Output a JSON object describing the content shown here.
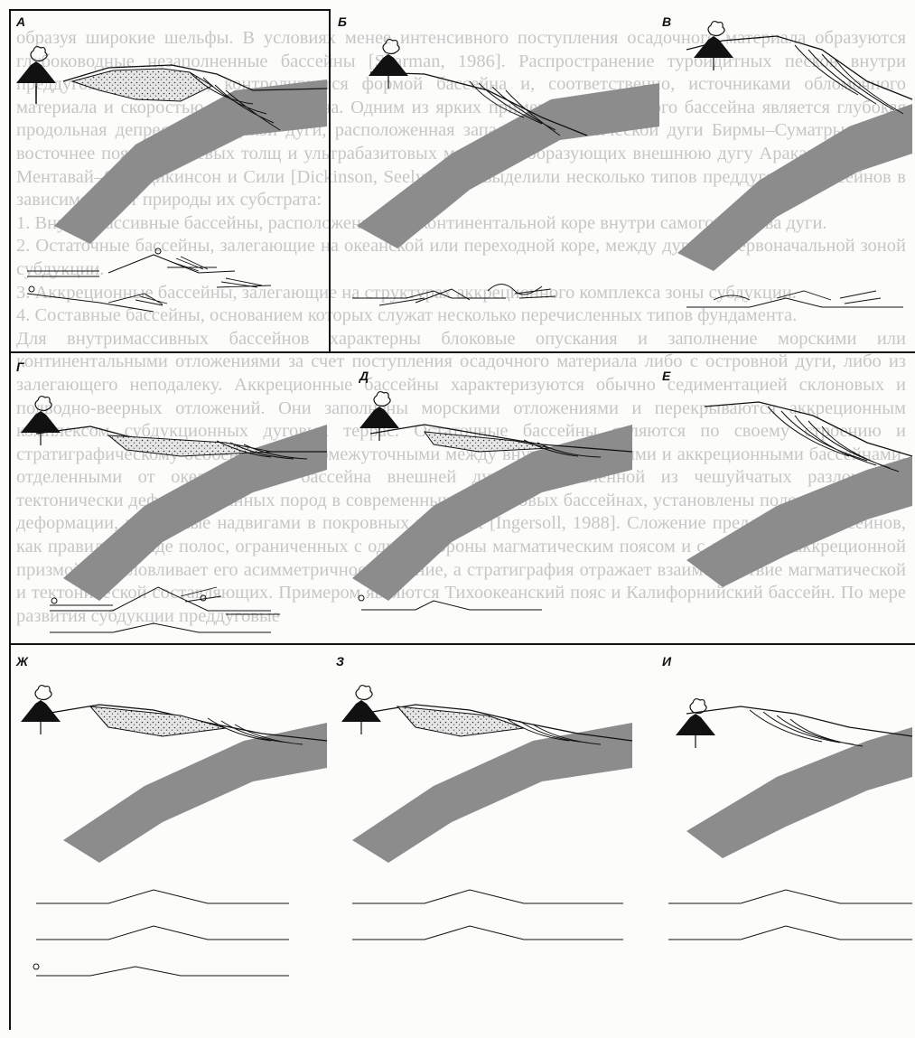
{
  "panels": [
    {
      "id": "A",
      "label": "А"
    },
    {
      "id": "B",
      "label": "Б"
    },
    {
      "id": "V",
      "label": "В"
    },
    {
      "id": "G",
      "label": "Г"
    },
    {
      "id": "D",
      "label": "Д"
    },
    {
      "id": "E",
      "label": "Е"
    },
    {
      "id": "Zh",
      "label": "Ж"
    },
    {
      "id": "Z",
      "label": "З"
    },
    {
      "id": "I",
      "label": "И"
    }
  ],
  "bleed_text": [
    "образуя широкие шельфы. В условиях менее интенсивного поступления осадочного материала образуются глубоководные незаполненные бассейны [Sharman, 1986]. Распространение турбидитных песков внутри преддугового бассейна, контролируется формой бассейна и, соответственно, источниками обломочного материала и скоростью погружения дна. Одним из ярких примеров преддугового бассейна является глубокая продольная депрессия Зондской дуги, расположенная западнее магматической дуги Бирмы–Суматры–Явы и восточнее пояса флишевых толщ и ультрабазитовых массивов, образующих внешнюю дугу Аракан–Андаман–Ментавай–Ява. Дикинсон и Сили [Dickinson, Seely, 1979] выделили несколько типов преддуговых бассейнов в зависимости от природы их субстрата:",
    "1. Внутримассивные бассейны, расположенные на континентальной коре внутри самого массива дуги.",
    "2. Остаточные бассейны, залегающие на океанской или переходной коре, между дугой и первоначальной зоной субдукции.",
    "3. Аккреционные бассейны, залегающие на структурах аккреционного комплекса зоны субдукции.",
    "4. Составные бассейны, основанием которых служат несколько перечисленных типов фундамента.",
    "Для внутримассивных бассейнов характерны блоковые опускания и заполнение морскими или континентальными отложениями за счет поступления осадочного материала либо с островной дуги, либо из залегающего неподалеку. Аккреционные бассейны характеризуются обычно седиментацией склоновых и подводно-веерных отложений. Они заполнены морскими отложениями и перекрываются аккреционным комплексом субдукционных дуговых террас. Остаточные бассейны являются по своему строению и стратиграфическому особенностям промежуточными между внутримассивными и аккреционными бассейнами, отделенными от океанического бассейна внешней дугой, составленной из чешуйчатых разломов и тектонически деформированных пород в современных преддуговых бассейнах, установлены пологие складки и деформации, вызванные надвигами в покровных разрезах [Ingersoll, 1988]. Сложение преддуговых бассейнов, как правило, в виде полос, ограниченных с одной стороны магматическим поясом и с другой — аккреционной призмой, обусловливает его асимметричное строение, а стратиграфия отражает взаимодействие магматической и тектонической составляющих. Примером являются Тихоокеанский пояс и Калифорнийский бассейн. По мере развития субдукции преддуговые"
  ],
  "colors": {
    "slab": "#8c8c8c",
    "ink": "#111111",
    "basin_fill": "#d8d8d8",
    "bleed_text": "#9a9a9a"
  },
  "icons": [
    "volcano-icon",
    "eruption-cloud-icon",
    "sediment-stipple-pattern",
    "thrust-fan-lines"
  ]
}
